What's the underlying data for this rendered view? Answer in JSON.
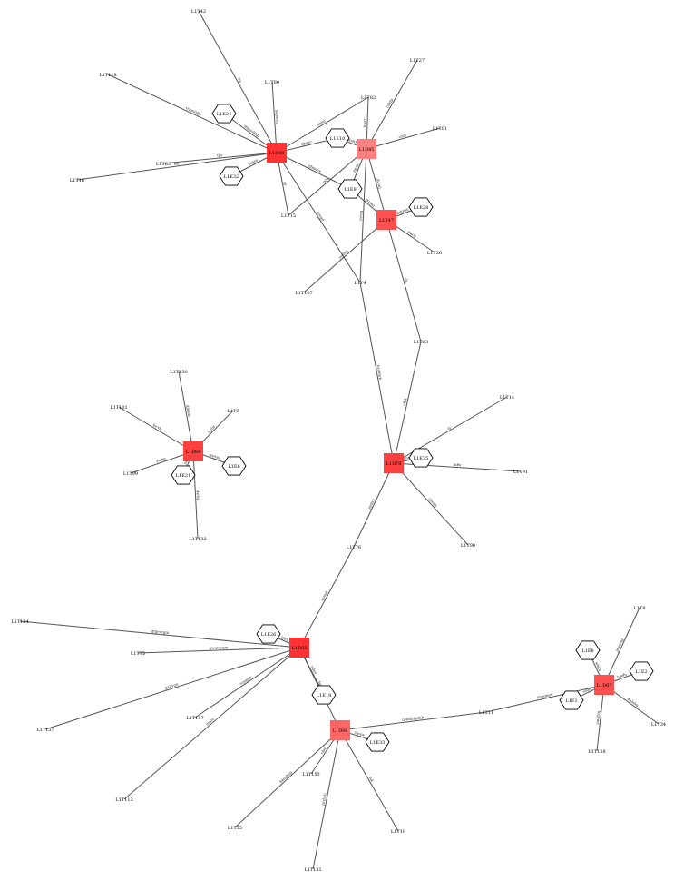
{
  "graph": {
    "hubs": [
      {
        "id": "L1D40",
        "label": "L1D40",
        "color": "#ff3333"
      },
      {
        "id": "L1D85",
        "label": "L1D85",
        "color": "#ff8080"
      },
      {
        "id": "L1247",
        "label": "L1247",
        "color": "#ff5050"
      },
      {
        "id": "L1D78",
        "label": "L1D78",
        "color": "#ff4040"
      },
      {
        "id": "L1D69",
        "label": "L1D69",
        "color": "#ff4040"
      },
      {
        "id": "L1D68",
        "label": "L1D68",
        "color": "#ff3333"
      },
      {
        "id": "L1D06",
        "label": "L1D06",
        "color": "#ff6666"
      },
      {
        "id": "L1D67",
        "label": "L1D67",
        "color": "#ff5050"
      }
    ],
    "hexagons": [
      {
        "id": "L1E24",
        "label": "L1E24"
      },
      {
        "id": "L1E32",
        "label": "L1E32"
      },
      {
        "id": "L1E10",
        "label": "L1E10"
      },
      {
        "id": "L1E9",
        "label": "L1E9"
      },
      {
        "id": "L1E28",
        "label": "L1E28"
      },
      {
        "id": "L1E35",
        "label": "L1E35"
      },
      {
        "id": "L1E6",
        "label": "L1E6"
      },
      {
        "id": "L1E21",
        "label": "L1E21"
      },
      {
        "id": "L1E26",
        "label": "L1E26"
      },
      {
        "id": "L1E18",
        "label": "L1E18"
      },
      {
        "id": "L1E33",
        "label": "L1E33"
      },
      {
        "id": "L1E8",
        "label": "L1E8"
      },
      {
        "id": "L1E2",
        "label": "L1E2"
      },
      {
        "id": "L1E1",
        "label": "L1E1"
      }
    ],
    "terminals": [
      {
        "id": "L1T42",
        "label": "L1T42"
      },
      {
        "id": "L1T118",
        "label": "L1T118"
      },
      {
        "id": "L1T80",
        "label": "L1T80"
      },
      {
        "id": "L1T27",
        "label": "L1T27"
      },
      {
        "id": "L1T82",
        "label": "L1T82"
      },
      {
        "id": "L1T81",
        "label": "L1T81"
      },
      {
        "id": "L1T83",
        "label": "L1T83"
      },
      {
        "id": "L1T16",
        "label": "L1T16"
      },
      {
        "id": "L1T15",
        "label": "L1T15"
      },
      {
        "id": "L1T26",
        "label": "L1T26"
      },
      {
        "id": "L1T107",
        "label": "L1T107"
      },
      {
        "id": "L1T4",
        "label": "L1T4"
      },
      {
        "id": "L1T63",
        "label": "L1T63"
      },
      {
        "id": "L1T130",
        "label": "L1T130"
      },
      {
        "id": "L1T101",
        "label": "L1T101"
      },
      {
        "id": "L1T0",
        "label": "L1T0"
      },
      {
        "id": "L1T99",
        "label": "L1T99"
      },
      {
        "id": "L1T132",
        "label": "L1T132"
      },
      {
        "id": "L1T14",
        "label": "L1T14"
      },
      {
        "id": "L1T91",
        "label": "L1T91"
      },
      {
        "id": "L1T90",
        "label": "L1T90"
      },
      {
        "id": "L1T76",
        "label": "L1T76"
      },
      {
        "id": "L1T124",
        "label": "L1T124"
      },
      {
        "id": "L1T75",
        "label": "L1T75"
      },
      {
        "id": "L1T137",
        "label": "L1T137"
      },
      {
        "id": "L1T117",
        "label": "L1T117"
      },
      {
        "id": "L1T113",
        "label": "L1T113"
      },
      {
        "id": "L1T153",
        "label": "L1T153"
      },
      {
        "id": "L1T35",
        "label": "L1T35"
      },
      {
        "id": "L1T131",
        "label": "L1T131"
      },
      {
        "id": "L1T19",
        "label": "L1T19"
      },
      {
        "id": "L1T11",
        "label": "L1T11"
      },
      {
        "id": "L1T8",
        "label": "L1T8"
      },
      {
        "id": "L1T34",
        "label": "L1T34"
      },
      {
        "id": "L1T128",
        "label": "L1T128"
      }
    ],
    "edges": [
      {
        "from": "L1D40",
        "to": "L1T42",
        "label": "hv"
      },
      {
        "from": "L1D40",
        "to": "L1T118",
        "label": "vrnmfvbs"
      },
      {
        "from": "L1D40",
        "to": "L1T80",
        "label": "leqlwrm"
      },
      {
        "from": "L1D40",
        "to": "L1E24",
        "label": "wmuvktqi"
      },
      {
        "from": "L1D40",
        "to": "L1T82",
        "label": "xnml"
      },
      {
        "from": "L1D40",
        "to": "L1E10",
        "label": "qkwjc"
      },
      {
        "from": "L1D40",
        "to": "L1T83",
        "label": "tbr"
      },
      {
        "from": "L1D40",
        "to": "L1T16",
        "label": "wk"
      },
      {
        "from": "L1D40",
        "to": "L1E32",
        "label": "svnrp"
      },
      {
        "from": "L1D40",
        "to": "L1T15",
        "label": "ql"
      },
      {
        "from": "L1D40",
        "to": "L1E9",
        "label": "rjbmmx"
      },
      {
        "from": "L1D40",
        "to": "L1T4",
        "label": "qzcgd"
      },
      {
        "from": "L1D85",
        "to": "L1T82",
        "label": "bwrr"
      },
      {
        "from": "L1D85",
        "to": "L1T27",
        "label": "ozhfp"
      },
      {
        "from": "L1D85",
        "to": "L1T81",
        "label": "vixh"
      },
      {
        "from": "L1D85",
        "to": "L1E10",
        "label": "dnlth"
      },
      {
        "from": "L1D85",
        "to": "L1E9",
        "label": "ibtnx"
      },
      {
        "from": "L1D85",
        "to": "L1T15",
        "label": "gdn"
      },
      {
        "from": "L1D85",
        "to": "L1T4",
        "label": "mvyg"
      },
      {
        "from": "L1D85",
        "to": "L1247",
        "label": "dyvnj"
      },
      {
        "from": "L1247",
        "to": "L1E28",
        "label": "hdgwn"
      },
      {
        "from": "L1247",
        "to": "L1T26",
        "label": "wacb"
      },
      {
        "from": "L1247",
        "to": "L1T107",
        "label": "ypdxn"
      },
      {
        "from": "L1247",
        "to": "L1T63",
        "label": "sla"
      },
      {
        "from": "L1247",
        "to": "L1E9",
        "label": "ykvmz"
      },
      {
        "from": "L1D78",
        "to": "L1T4",
        "label": "lrpdmrp"
      },
      {
        "from": "L1D78",
        "to": "L1T63",
        "label": "cfkk"
      },
      {
        "from": "L1D78",
        "to": "L1T14",
        "label": "zy"
      },
      {
        "from": "L1D78",
        "to": "L1E35",
        "label": "gmxt"
      },
      {
        "from": "L1D78",
        "to": "L1T91",
        "label": "mfw"
      },
      {
        "from": "L1D78",
        "to": "L1T90",
        "label": "cbvnb"
      },
      {
        "from": "L1D78",
        "to": "L1T76",
        "label": "jqxbcj"
      },
      {
        "from": "L1D69",
        "to": "L1T130",
        "label": "djbkdz"
      },
      {
        "from": "L1D69",
        "to": "L1T101",
        "label": "lscvb"
      },
      {
        "from": "L1D69",
        "to": "L1T0",
        "label": "urdw"
      },
      {
        "from": "L1D69",
        "to": "L1E6",
        "label": "umyjs"
      },
      {
        "from": "L1D69",
        "to": "L1T99",
        "label": "ywbg"
      },
      {
        "from": "L1D69",
        "to": "L1E21",
        "label": "zsi"
      },
      {
        "from": "L1D69",
        "to": "L1T132",
        "label": "jdwbp"
      },
      {
        "from": "L1D68",
        "to": "L1T76",
        "label": "qyuet"
      },
      {
        "from": "L1D68",
        "to": "L1T124",
        "label": "qrgeutgm"
      },
      {
        "from": "L1D68",
        "to": "L1T75",
        "label": "gwawpqm"
      },
      {
        "from": "L1D68",
        "to": "L1E26",
        "label": "iprs"
      },
      {
        "from": "L1D68",
        "to": "L1T137",
        "label": "gaitvgn"
      },
      {
        "from": "L1D68",
        "to": "L1T117",
        "label": "rcyqpm"
      },
      {
        "from": "L1D68",
        "to": "L1T113",
        "label": "dmrv"
      },
      {
        "from": "L1D68",
        "to": "L1E18",
        "label": "nduv"
      },
      {
        "from": "L1D68",
        "to": "L1D06",
        "label": "bxvvgst"
      },
      {
        "from": "L1D06",
        "to": "L1E33",
        "label": "ziwpv"
      },
      {
        "from": "L1D06",
        "to": "L1T153",
        "label": "cbw"
      },
      {
        "from": "L1D06",
        "to": "L1T35",
        "label": "kmnjhxp"
      },
      {
        "from": "L1D06",
        "to": "L1T131",
        "label": "prtbyb"
      },
      {
        "from": "L1D06",
        "to": "L1T19",
        "label": "lsk"
      },
      {
        "from": "L1D06",
        "to": "L1T11",
        "label": "tcwdbfgdub"
      },
      {
        "from": "L1D67",
        "to": "L1T11",
        "label": "kbpqnps"
      },
      {
        "from": "L1D67",
        "to": "L1T8",
        "label": "jmmrag"
      },
      {
        "from": "L1D67",
        "to": "L1E8",
        "label": "wbkb"
      },
      {
        "from": "L1D67",
        "to": "L1E2",
        "label": "hsefu"
      },
      {
        "from": "L1D67",
        "to": "L1E1",
        "label": "vsipl"
      },
      {
        "from": "L1D67",
        "to": "L1T34",
        "label": "dolebq"
      },
      {
        "from": "L1D67",
        "to": "L1T128",
        "label": "ymhfvq"
      }
    ]
  }
}
